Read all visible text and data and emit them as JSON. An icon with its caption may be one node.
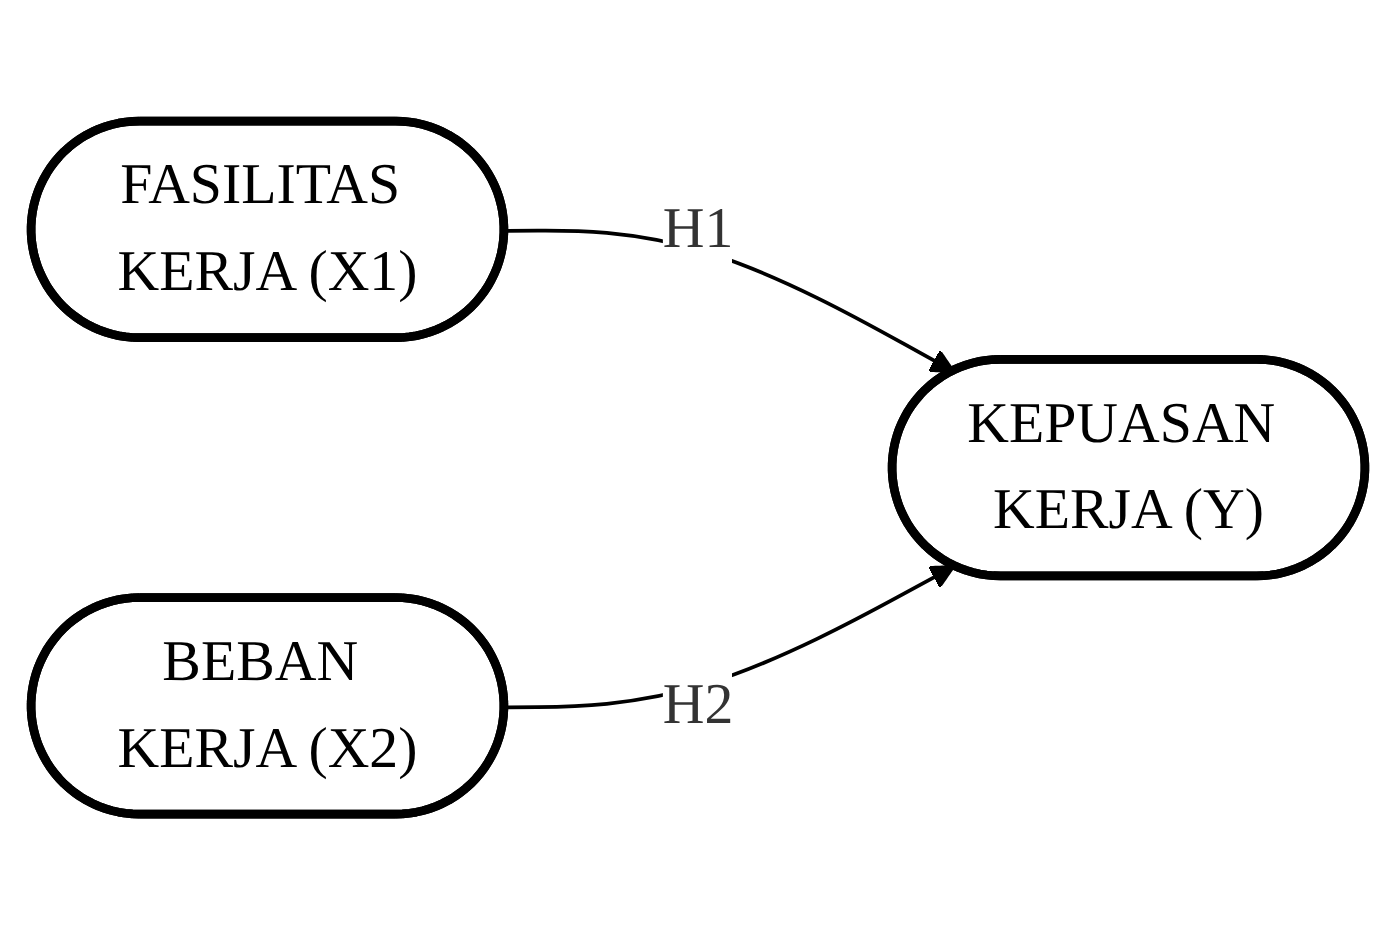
{
  "diagram": {
    "nodes": [
      {
        "text": [
          "FASILITAS KERJA (X1)"
        ]
      },
      {
        "text": [
          "KEPUASAN KERJA (Y)"
        ]
      },
      {
        "text": [
          "BEBAN KERJA (X2)"
        ]
      }
    ],
    "edges": [
      {
        "from": 0,
        "to": 1,
        "arrow": "to",
        "label": "H1"
      },
      {
        "from": 2,
        "to": 1,
        "arrow": "to",
        "label": "H2"
      }
    ]
  }
}
